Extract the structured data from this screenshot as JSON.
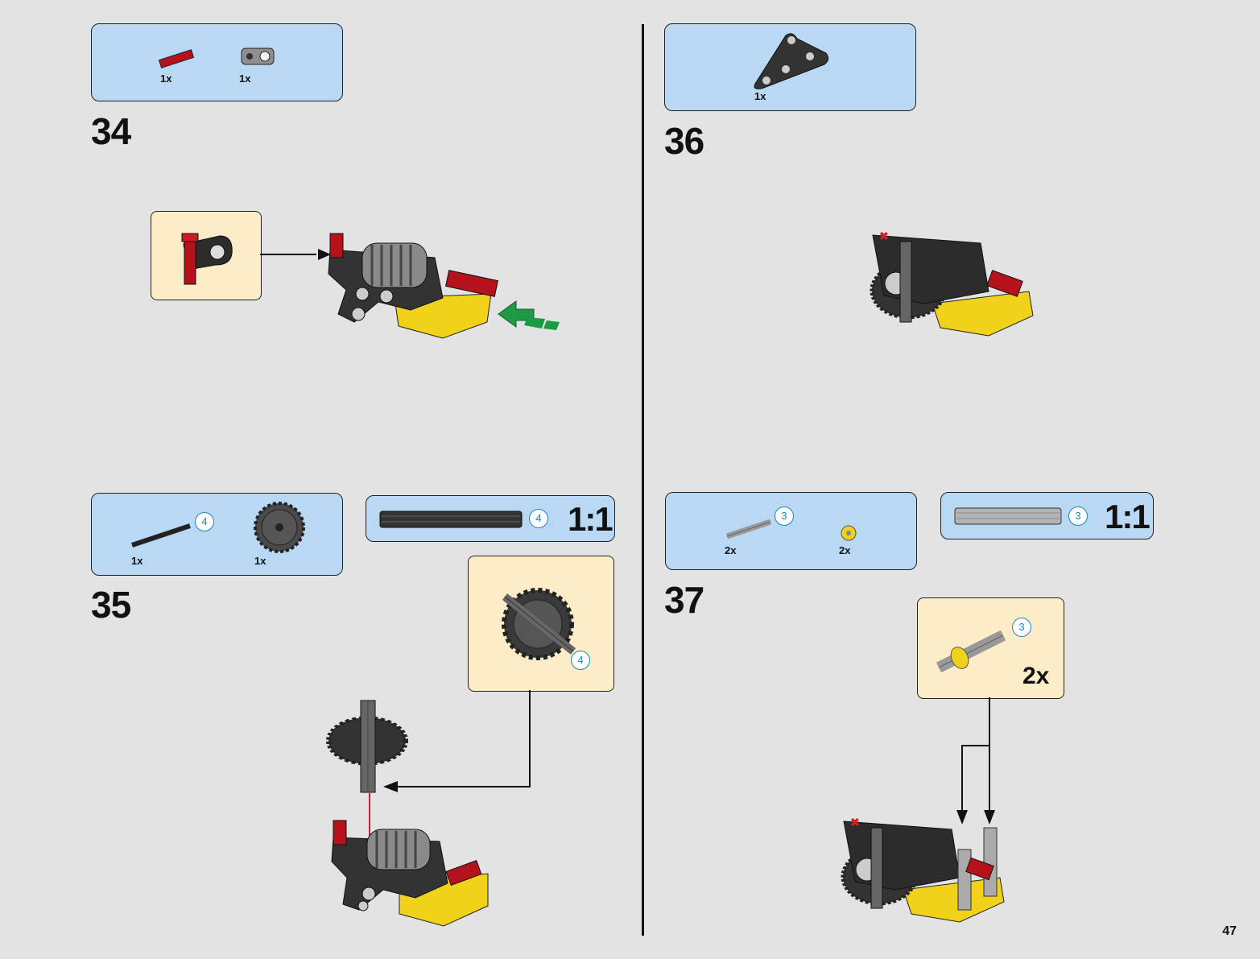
{
  "page": {
    "number": "47"
  },
  "step34": {
    "number": "34",
    "parts": [
      {
        "qty": "1x",
        "part": "red-axle-icon"
      },
      {
        "qty": "1x",
        "part": "axle-pin-connector-icon"
      }
    ]
  },
  "step35": {
    "number": "35",
    "parts": [
      {
        "qty": "1x",
        "part": "black-axle-icon",
        "length": "4"
      },
      {
        "qty": "1x",
        "part": "gear-24-tooth-icon"
      }
    ],
    "ruler": {
      "length": "4",
      "scale": "1:1"
    },
    "callout_length": "4"
  },
  "step36": {
    "number": "36",
    "parts": [
      {
        "qty": "1x",
        "part": "triangle-liftarm-icon"
      }
    ]
  },
  "step37": {
    "number": "37",
    "parts": [
      {
        "qty": "2x",
        "part": "grey-axle-icon",
        "length": "3"
      },
      {
        "qty": "2x",
        "part": "yellow-bush-icon"
      }
    ],
    "ruler": {
      "length": "3",
      "scale": "1:1"
    },
    "callout": {
      "length": "3",
      "count": "2x"
    }
  },
  "colors": {
    "parts_bg": "#b8d8f4",
    "callout_bg": "#fdecc8",
    "page_bg": "#e3e3e3",
    "arrow_green": "#1e9a45"
  }
}
